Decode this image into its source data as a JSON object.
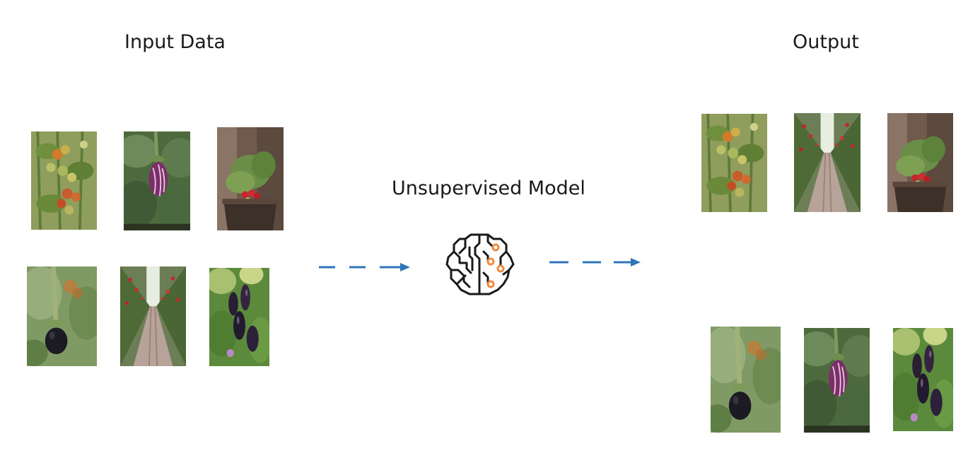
{
  "headings": {
    "input": "Input Data",
    "model": "Unsupervised Model",
    "output": "Output"
  },
  "icons": {
    "model": "brain-circuit-icon",
    "arrow": "dashed-arrow-right"
  },
  "colors": {
    "arrow": "#2e74b9",
    "circuit_nodes": "#f08a3c",
    "icon_outline": "#1a1a1a"
  },
  "input_images": [
    "tomato-vine-photo",
    "striped-eggplant-photo",
    "potted-tomato-photo",
    "eggplant-blurred-photo",
    "greenhouse-aisle-photo",
    "eggplant-cluster-photo"
  ],
  "output_images": {
    "group_tomato": [
      "tomato-vine-photo",
      "greenhouse-aisle-photo",
      "potted-tomato-photo"
    ],
    "group_eggplant": [
      "eggplant-blurred-photo",
      "striped-eggplant-photo",
      "eggplant-cluster-photo"
    ]
  }
}
